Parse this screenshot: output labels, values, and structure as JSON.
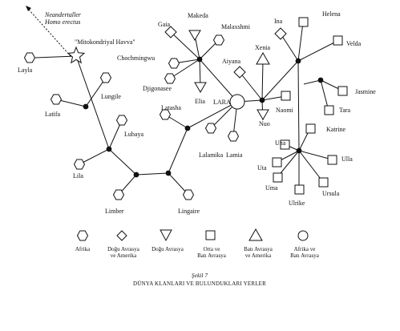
{
  "annotation": {
    "line1": "Neandertaller",
    "line2": "Homo erectus"
  },
  "mito_eve": "\"Mitokondriyal Havva\"",
  "clans": {
    "layla": "Layla",
    "latifa": "Latifa",
    "lungile": "Lungile",
    "lubaya": "Lubaya",
    "lila": "Lila",
    "limber": "Limber",
    "lingaire": "Lingaire",
    "latasha": "Latasha",
    "lalamika": "Lalamika",
    "lamia": "Lamia",
    "lara": "LARA",
    "gaia": "Gaia",
    "makeda": "Makeda",
    "malaxshmi": "Malaxshmi",
    "chochmingwu": "Chochmingwu",
    "djigonasee": "Djigonasee",
    "elia": "Elia",
    "aiyana": "Aiyana",
    "xenia": "Xenia",
    "nuo": "Nuo",
    "naomi": "Naomi",
    "ina": "Ina",
    "helena": "Helena",
    "velda": "Velda",
    "jasmine": "Jasmine",
    "tara": "Tara",
    "katrine": "Katrine",
    "una": "Una",
    "ulla": "Ulla",
    "uta": "Uta",
    "uma": "Uma",
    "ursula": "Ursula",
    "ulrike": "Ulrike"
  },
  "legend": {
    "africa": "Afrika",
    "east_asia_america_1": "Doğu Avrasya",
    "east_asia_america_2": "ve Amerika",
    "east_asia": "Doğu Avrasya",
    "central_west_1": "Orta ve",
    "central_west_2": "Batı Avrasya",
    "west_america_1": "Batı Avrasya",
    "west_america_2": "ve Amerika",
    "africa_west_1": "Afrika ve",
    "africa_west_2": "Batı Avrasya"
  },
  "caption": {
    "figure": "Şekil 7",
    "title": "DÜNYA KLANLARI VE BULUNDUKLARI YERLER"
  }
}
